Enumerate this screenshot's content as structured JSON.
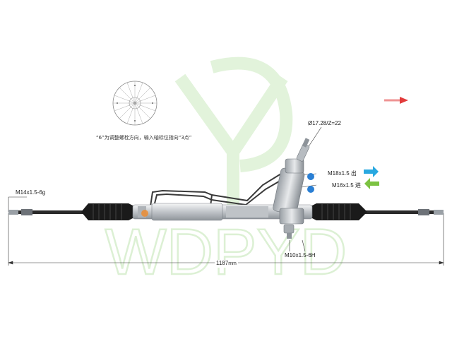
{
  "labels": {
    "pinion_spec": "Ø17.28/Z=22",
    "port_outlet": "M18x1.5 出",
    "port_inlet": "M16x1.5 进",
    "tie_rod_thread": "M14x1.5-6g",
    "mount_thread": "M10x1.5-6H",
    "overall_length": "1187",
    "overall_length_unit": "mm",
    "orientation_note": "“6”为调整螺栓方向，输入轴标位指向“3点”"
  },
  "watermark": "WDPYD",
  "colors": {
    "outlet_arrow": "#29a8e0",
    "inlet_arrow": "#7cc242",
    "watermark": "#d9efd0",
    "marker_arrow": "#e23b3b",
    "port_cap": "#2a7fd4",
    "boot": "#1a1a1a",
    "housing": "#c9cdd1"
  }
}
